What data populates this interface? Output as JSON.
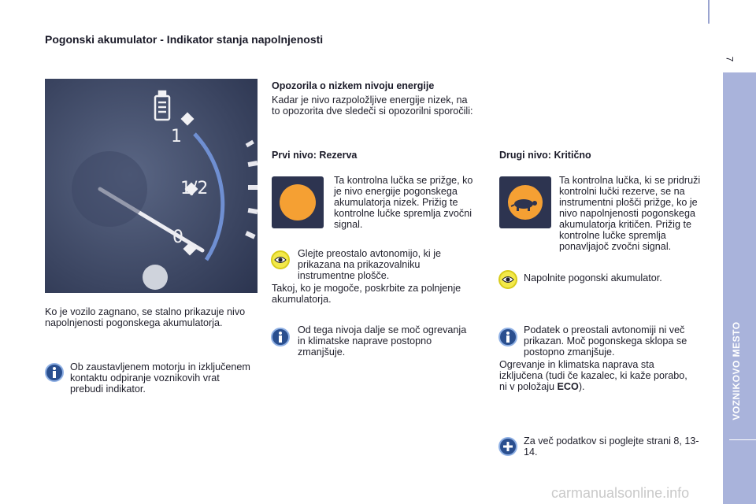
{
  "page": {
    "title": "Pogonski akumulator - Indikator stanja napolnjenosti",
    "page_number": "7",
    "side_label": "VOZNIKOVO MESTO",
    "watermark": "carmanualsonline.info"
  },
  "gauge": {
    "marks": [
      "1",
      "1/2",
      "0"
    ]
  },
  "left": {
    "intro": "Ko je vozilo zagnano, se stalno prikazuje nivo napolnjenosti pogonskega akumulatorja.",
    "info_note": "Ob zaustavljenem motorju in izključenem kontaktu odpiranje voznikovih vrat prebudi indikator."
  },
  "warnings": {
    "heading": "Opozorila o nizkem nivoju energije",
    "intro": "Kadar je nivo razpoložljive energije nizek, na to opozorita dve sledeči si opozorilni sporočili:"
  },
  "level1": {
    "heading": "Prvi nivo: Rezerva",
    "lamp_text": "Ta kontrolna lučka se prižge, ko je nivo energije pogonskega akumulatorja nizek. Prižig te kontrolne lučke spremlja zvočni signal.",
    "eye_note": "Glejte preostalo avtonomijo, ki je prikazana na prikazovalniku instrumentne plošče.",
    "extra": "Takoj, ko je mogoče, poskrbite za polnjenje akumulatorja.",
    "info_note": "Od tega nivoja dalje se moč ogrevanja in klimatske naprave postopno zmanjšuje.",
    "lamp_color": "#f5a033"
  },
  "level2": {
    "heading": "Drugi nivo: Kritično",
    "lamp_text": "Ta kontrolna lučka, ki se pridruži kontrolni lučki rezerve, se na instrumentni plošči prižge, ko je nivo napolnjenosti pogonskega akumulatorja kritičen. Prižig te kontrolne lučke spremlja ponavljajoč zvočni signal.",
    "eye_note": "Napolnite pogonski akumulator.",
    "info_note": "Podatek o preostali avtonomiji ni več prikazan. Moč pogonskega sklopa se postopno zmanjšuje.",
    "extra_before": "Ogrevanje in klimatska naprava sta izključena (tudi če kazalec, ki kaže porabo, ni v položaju ",
    "extra_bold": "ECO",
    "extra_after": ").",
    "plus_note": "Za več podatkov si poglejte strani 8, 13-14.",
    "lamp_color": "#f5a033"
  }
}
